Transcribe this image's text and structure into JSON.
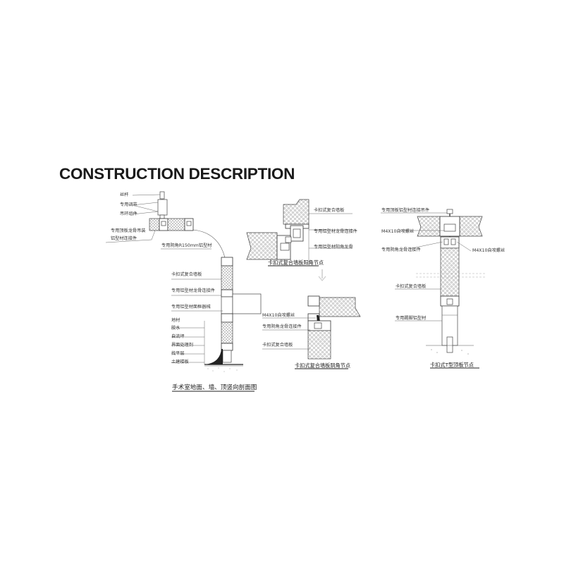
{
  "page": {
    "title": "CONSTRUCTION DESCRIPTION",
    "background": "#ffffff",
    "text_color": "#1a1a1a"
  },
  "diagrams": {
    "section": {
      "caption": "手术室地面、墙、顶竖向剖面图",
      "labels": {
        "threaded_rod": "丝杆",
        "adjuster": "专用调节",
        "hanging_ring": "吊环组件",
        "ceiling_hanger_1": "专用顶板龙骨吊装",
        "ceiling_hanger_2": "铝型材连接件",
        "cove_profile": "专用阴角R150mm铝型材",
        "wall_panel": "卡扣式复合墙板",
        "keel_connector": "专用铝型材龙骨连接件",
        "equipment_frame": "专用铝型材面框器械",
        "floor_material": "地材",
        "glue": "胶水",
        "self_leveling": "自流坪",
        "interface_agent": "界面处理剂",
        "leveling_layer": "找平层",
        "floor_slab": "土建楼板"
      }
    },
    "outside_corner": {
      "caption": "卡扣式复合墙板阳角节点",
      "labels": {
        "wall_panel": "卡扣式复合墙板",
        "keel_connector": "专用铝型材龙骨连接件",
        "outside_corner_keel": "专用铝型材阳角龙骨"
      }
    },
    "inside_corner": {
      "caption": "卡扣式复合墙板阴角节点",
      "labels": {
        "screw": "M4X10自攻螺丝",
        "corner_connector": "专用阴角龙骨连接件",
        "wall_panel": "卡扣式复合墙板"
      }
    },
    "t_joint": {
      "caption": "卡扣式T型顶板节点",
      "labels": {
        "ceiling_hanger": "专用顶板铝型材连接吊件",
        "screw_left": "M4X10自攻螺丝",
        "corner_connector": "专用阴角龙骨连接件",
        "screw_right": "M4X10自攻螺丝",
        "wall_panel": "卡扣式复合墙板",
        "skirting_profile": "专用踢脚铝型材"
      }
    }
  }
}
